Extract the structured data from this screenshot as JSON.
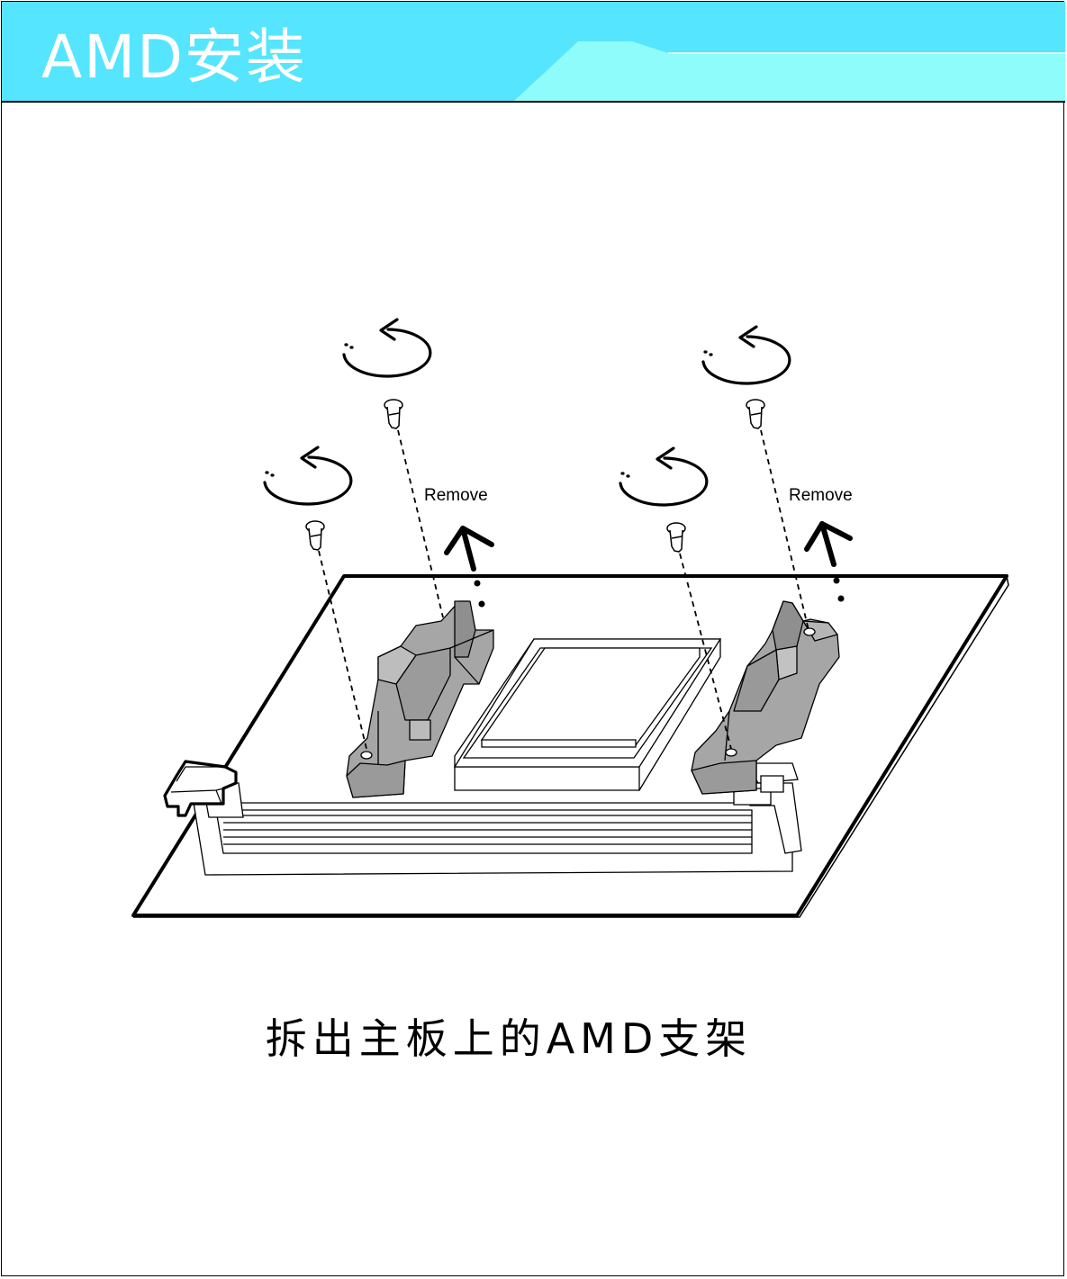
{
  "header": {
    "title": "AMD安装",
    "colors": {
      "band": "#55e5ff",
      "accent": "#8ffcfc",
      "title_text": "#ffffff"
    }
  },
  "diagram": {
    "remove_label_left": "Remove",
    "remove_label_right": "Remove",
    "icons": [
      "counterclockwise-rotate-icon",
      "screw-icon",
      "up-arrow-icon",
      "amd-retention-bracket",
      "cpu-socket",
      "dimm-slot",
      "motherboard"
    ],
    "colors": {
      "bracket_fill": "#a6a6a6",
      "line": "#000000"
    }
  },
  "caption": "拆出主板上的AMD支架"
}
